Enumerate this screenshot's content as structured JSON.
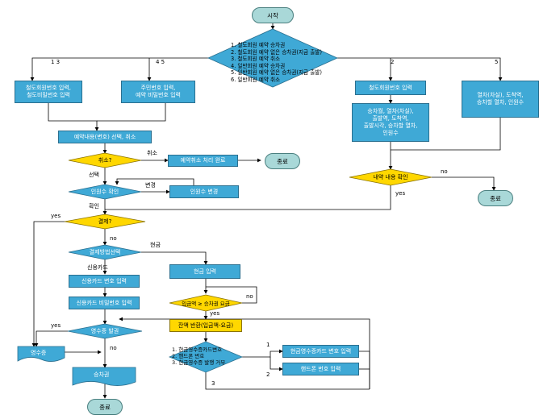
{
  "start": "시작",
  "main_menu": [
    "1. 철도회원 예약 승차권",
    "2. 철도회원 예약 없은 승차권(지금 출발)",
    "3. 철도회원 예약 취소",
    "4. 일반회원 예약 승차권",
    "5. 일반회원 예약 없은 승차권(지금 출발)",
    "6. 일반회원 예약 취소"
  ],
  "branch_labels": {
    "b13": "1   3",
    "b45": "4   5",
    "b2": "2",
    "b5": "5"
  },
  "boxes": {
    "member_input": "철도회원번호 입력,\n철도비밀번호 입력",
    "booking_input": "주민번호 입력,\n예약 비밀번호 입력",
    "member_no_input": "철도회원번호 입력",
    "seat_info": "승차월, 열차(차실),\n출발역, 도착역,\n출발시각, 승차할 열차,\n인원수",
    "train_info": "열차(차실), 도착역,\n승차할 열차, 인원수",
    "select_booking": "예약내용(변호) 선택, 취소",
    "cancel_done": "예약취소 처리 완료",
    "change_count": "인원수 변경",
    "card_no": "신용카드 변호 입력",
    "card_pw": "신용카드 비밀번호 입력",
    "cash_input": "현금 입력",
    "change_return": "잔액 반환(입금액-요금)",
    "cash_receipt_input": "현금영수증카드 변호 입력",
    "phone_input": "핸드폰 번호 입력"
  },
  "diamonds": {
    "cancel": "취소?",
    "confirm_count": "인원수 확인",
    "confirm_booking": "내약 내용 확인",
    "pay": "결제?",
    "pay_method": "결제방법선택",
    "amount_check": "입금액 ≥ 승차권 요금",
    "receipt": "영수증 발권",
    "cash_receipt": "1. 현금영수증카드변호\n2. 핸드폰 번호\n3. 현금영수증 발행 거부"
  },
  "end1": "종료",
  "end2": "종료",
  "end3": "종료",
  "receipt_doc": "영수증",
  "ticket_doc": "승차권",
  "edge_labels": {
    "cancel_yes": "취소",
    "select": "선택",
    "change": "변경",
    "confirm": "확인",
    "no_booking": "no",
    "yes_booking": "yes",
    "pay_yes": "yes",
    "pay_no": "no",
    "cash": "현금",
    "card": "신용카드",
    "amount_no": "no",
    "amount_yes": "yes",
    "receipt_yes": "yes",
    "receipt_no": "no",
    "r1": "1",
    "r2": "2",
    "r3": "3"
  },
  "colors": {
    "process": "#3fa9d6",
    "decision_blue": "#3fa9d6",
    "decision_yellow": "#ffd700",
    "terminal": "#a9d8d8"
  }
}
